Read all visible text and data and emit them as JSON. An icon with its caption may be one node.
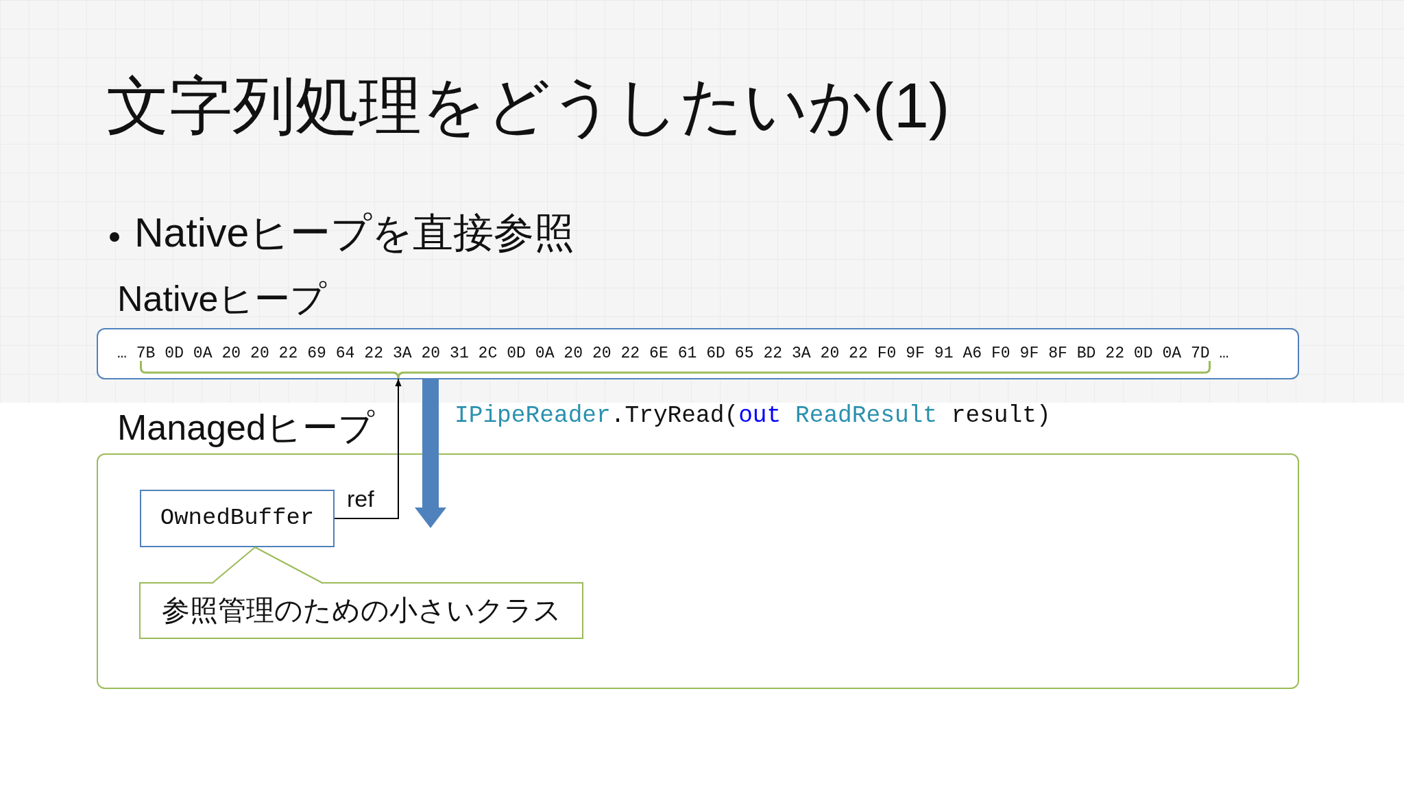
{
  "diagram": {
    "title": "文字列処理をどうしたいか(1)",
    "nodes": [
      {
        "text": [
          "Nativeヒープ",
          "… 7B 0D 0A 20 20 22 69 64 22 3A 20 31 2C 0D 0A 20 20 22 6E 61 6D 65 22 3A 20 22 F0 9F 91 A6 F0 9F 8F BD 22 0D 0A 7D …"
        ]
      },
      {
        "text": [],
        "shape": "bracket",
        "in": 0
      },
      {
        "text": [
          "Managedヒープ"
        ]
      },
      {
        "text": [
          "OwnedBuffer"
        ],
        "in": 2
      },
      {
        "text": [
          "参照管理のための小さいクラス"
        ],
        "in": 2
      }
    ],
    "edges": [
      {
        "from": 3,
        "to": 1,
        "arrow": "to",
        "label": "ref"
      },
      {
        "from": 0,
        "to": 2,
        "arrow": "to",
        "label": "IPipeReader.TryRead(out ReadResult result)",
        "style": "thick",
        "color": "#4f81bd"
      },
      {
        "from": 4,
        "to": 3,
        "arrow": "none",
        "color": "#9bbb59"
      }
    ],
    "labels": [
      "Nativeヒープを直接参照"
    ]
  }
}
